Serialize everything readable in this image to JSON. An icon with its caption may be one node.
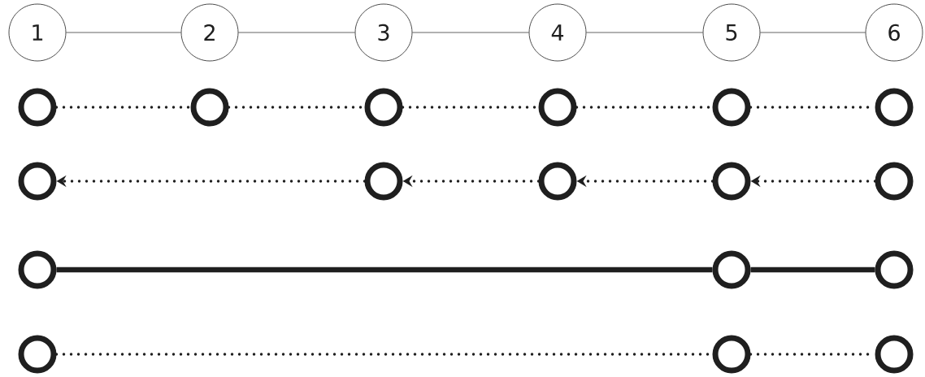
{
  "diagram": {
    "nodes": [
      {
        "text": [
          "1"
        ]
      },
      {
        "text": [
          "2"
        ]
      },
      {
        "text": [
          "3"
        ]
      },
      {
        "text": [
          "4"
        ]
      },
      {
        "text": [
          "5"
        ]
      },
      {
        "text": [
          "6"
        ]
      },
      {
        "text": [],
        "shape": "circle"
      },
      {
        "text": [],
        "shape": "circle"
      },
      {
        "text": [],
        "shape": "circle"
      },
      {
        "text": [],
        "shape": "circle"
      },
      {
        "text": [],
        "shape": "circle"
      },
      {
        "text": [],
        "shape": "circle"
      },
      {
        "text": [],
        "shape": "circle"
      },
      {
        "text": [],
        "shape": "circle"
      },
      {
        "text": [],
        "shape": "circle"
      },
      {
        "text": [],
        "shape": "circle"
      },
      {
        "text": [],
        "shape": "circle"
      },
      {
        "text": [],
        "shape": "circle"
      },
      {
        "text": [],
        "shape": "circle"
      },
      {
        "text": [],
        "shape": "circle"
      },
      {
        "text": [],
        "shape": "circle"
      },
      {
        "text": [],
        "shape": "circle"
      },
      {
        "text": [],
        "shape": "circle"
      }
    ],
    "edges": [
      {
        "from": 0,
        "to": 1,
        "arrow": "none"
      },
      {
        "from": 1,
        "to": 2,
        "arrow": "none"
      },
      {
        "from": 2,
        "to": 3,
        "arrow": "none"
      },
      {
        "from": 3,
        "to": 4,
        "arrow": "none"
      },
      {
        "from": 4,
        "to": 5,
        "arrow": "none"
      },
      {
        "from": 6,
        "to": 7,
        "arrow": "none",
        "style": "dashed"
      },
      {
        "from": 7,
        "to": 8,
        "arrow": "none",
        "style": "dashed"
      },
      {
        "from": 8,
        "to": 9,
        "arrow": "none",
        "style": "dashed"
      },
      {
        "from": 9,
        "to": 10,
        "arrow": "none",
        "style": "dashed"
      },
      {
        "from": 10,
        "to": 11,
        "arrow": "none",
        "style": "dashed"
      },
      {
        "from": 13,
        "to": 12,
        "arrow": "to",
        "style": "dashed"
      },
      {
        "from": 14,
        "to": 13,
        "arrow": "to",
        "style": "dashed"
      },
      {
        "from": 15,
        "to": 14,
        "arrow": "to",
        "style": "dashed"
      },
      {
        "from": 16,
        "to": 15,
        "arrow": "to",
        "style": "dashed"
      },
      {
        "from": 17,
        "to": 18,
        "arrow": "none",
        "style": "thick"
      },
      {
        "from": 18,
        "to": 19,
        "arrow": "none",
        "style": "thick"
      },
      {
        "from": 20,
        "to": 21,
        "arrow": "none",
        "style": "dashed"
      },
      {
        "from": 21,
        "to": 22,
        "arrow": "none",
        "style": "dashed"
      }
    ]
  }
}
